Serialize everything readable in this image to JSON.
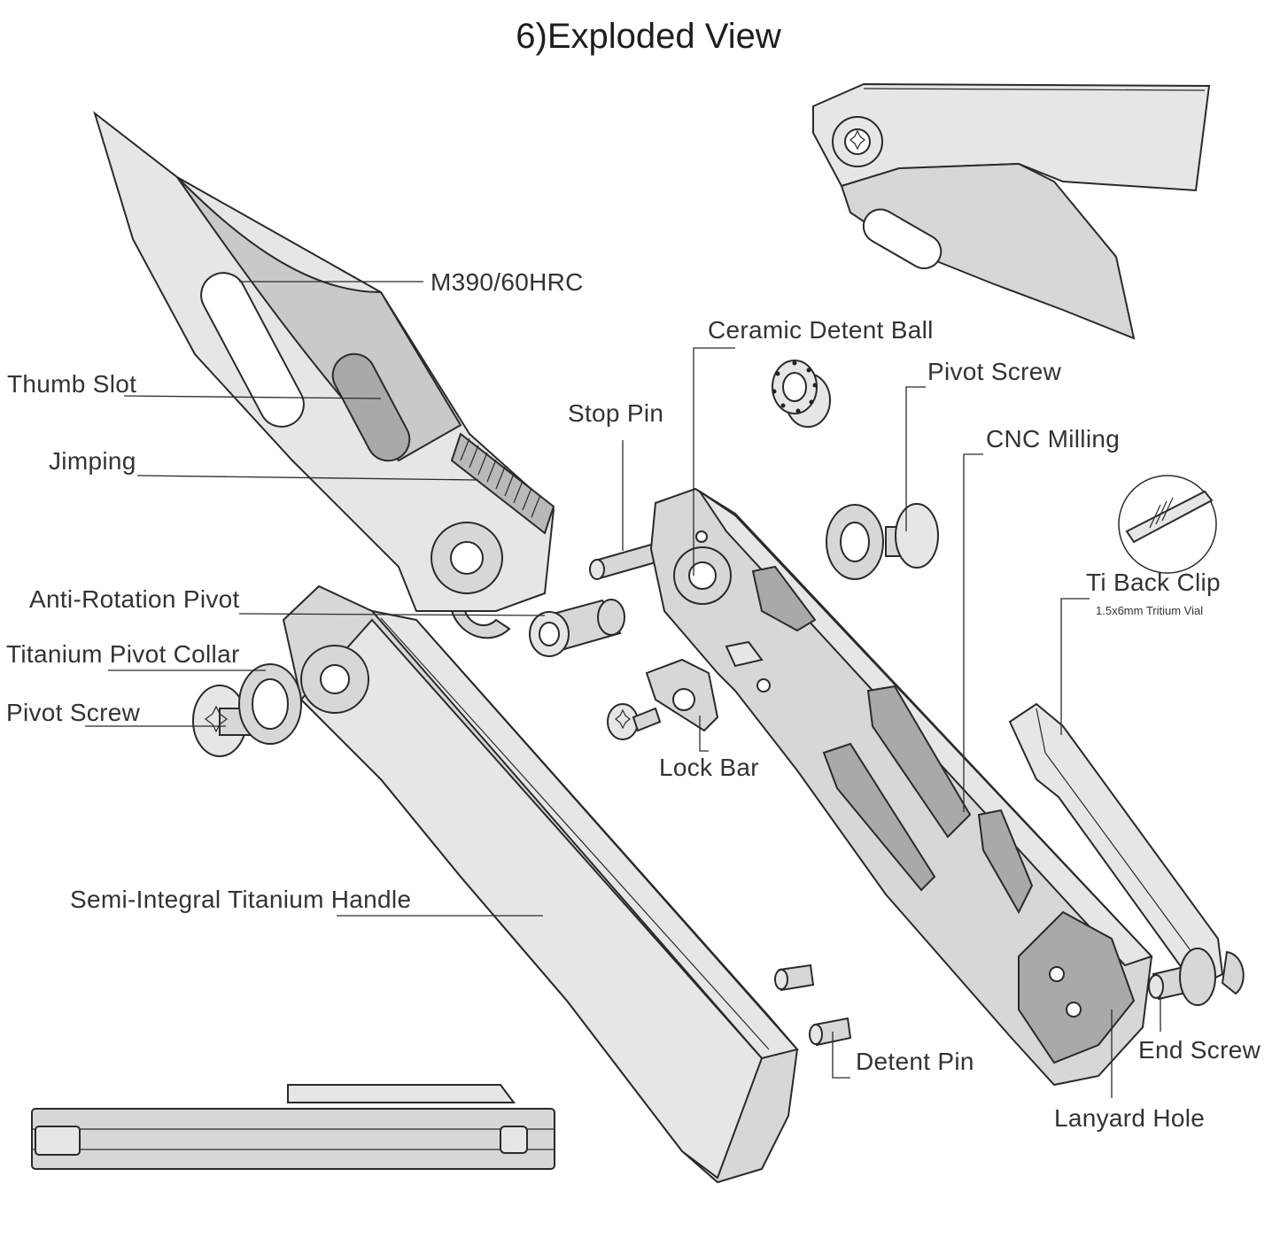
{
  "title": "6)Exploded View",
  "labels": {
    "blade_steel": "M390/60HRC",
    "thumb_slot": "Thumb Slot",
    "jimping": "Jimping",
    "anti_rotation_pivot": "Anti-Rotation Pivot",
    "titanium_pivot_collar": "Titanium Pivot Collar",
    "pivot_screw_left": "Pivot Screw",
    "semi_integral_handle": "Semi-Integral Titanium Handle",
    "ceramic_detent_ball": "Ceramic Detent Ball",
    "stop_pin": "Stop Pin",
    "pivot_screw_right": "Pivot Screw",
    "cnc_milling": "CNC Milling",
    "ti_back_clip": "Ti Back Clip",
    "tritium_vial": "1.5x6mm Tritium Vial",
    "lock_bar": "Lock Bar",
    "detent_pin": "Detent Pin",
    "end_screw": "End Screw",
    "lanyard_hole": "Lanyard Hole"
  }
}
